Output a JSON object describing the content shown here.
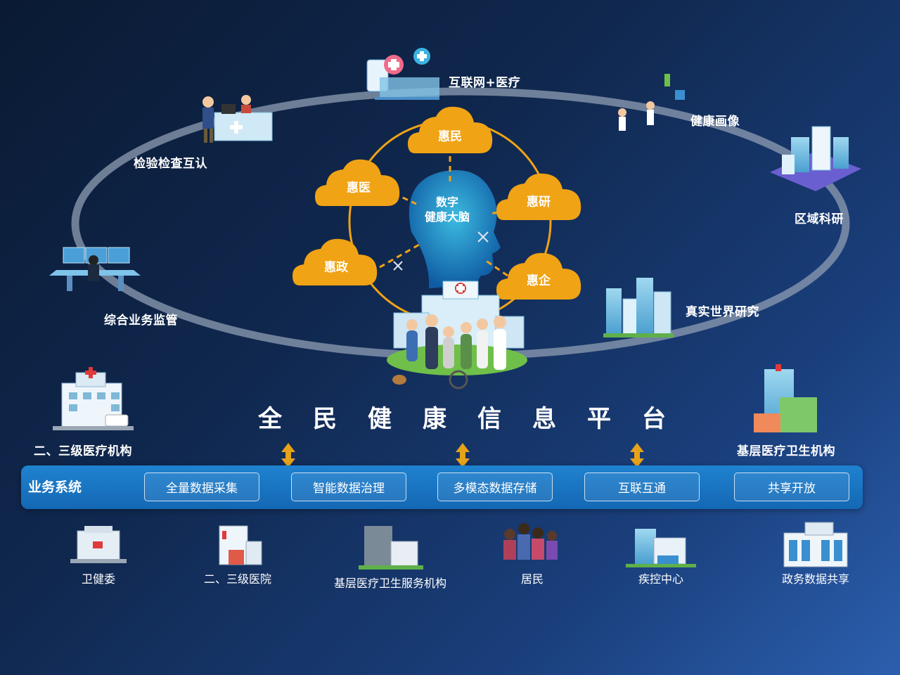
{
  "center": {
    "brain_label_line1": "数字",
    "brain_label_line2": "健康大脑"
  },
  "clouds": [
    "惠民",
    "惠医",
    "惠研",
    "惠政",
    "惠企"
  ],
  "orbit_nodes": {
    "internet_medical": "互联网+医疗",
    "health_profile": "健康画像",
    "regional_research": "区域科研",
    "real_world_research": "真实世界研究",
    "lab_mutual_recognition": "检验检查互认",
    "integrated_supervision": "综合业务监管"
  },
  "platform_title_chars": [
    "全",
    "民",
    "健",
    "康",
    "信",
    "息",
    "平",
    "台"
  ],
  "side_labels": {
    "left": "二、三级医疗机构",
    "right": "基层医疗卫生机构"
  },
  "business_bar": {
    "title": "业务系统",
    "items": [
      "全量数据采集",
      "智能数据治理",
      "多模态数据存储",
      "互联互通",
      "共享开放"
    ]
  },
  "bottom_items": [
    "卫健委",
    "二、三级医院",
    "基层医疗卫生服务机构",
    "居民",
    "疾控中心",
    "政务数据共享"
  ],
  "colors": {
    "cloud_orange": "#f0a315",
    "bar_blue": "#1a74c2",
    "arrow_gold": "#e6a21a"
  }
}
